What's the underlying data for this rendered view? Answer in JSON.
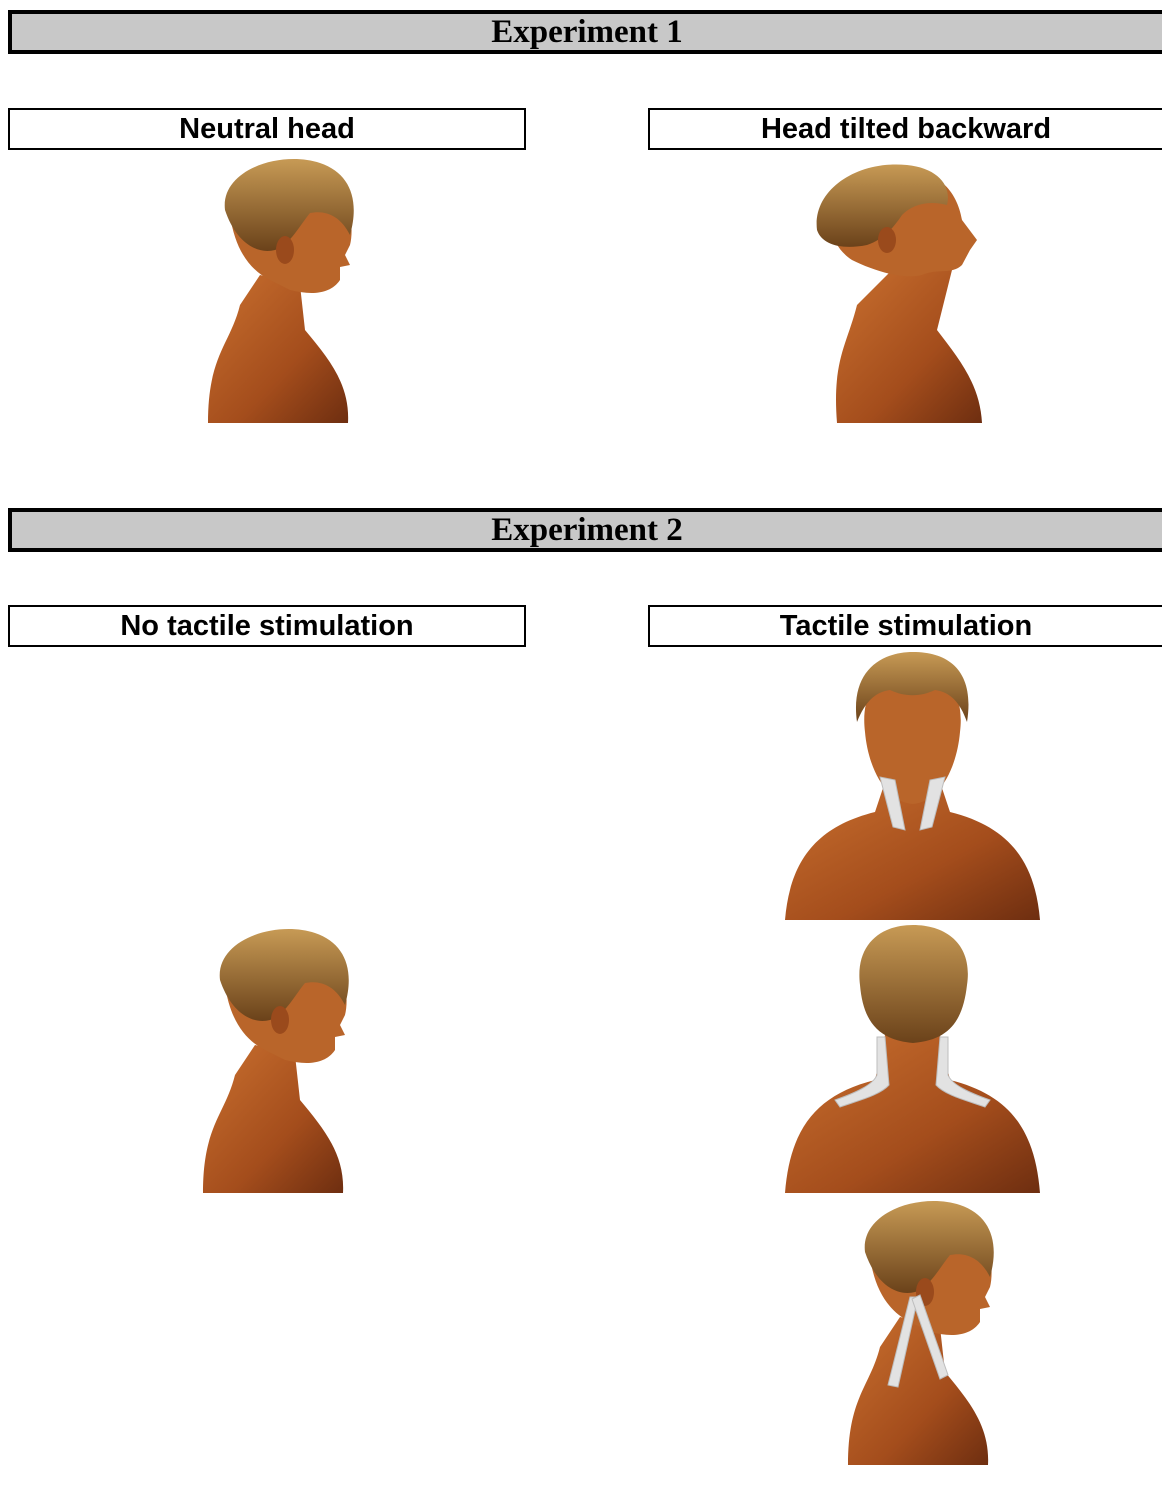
{
  "experiment1": {
    "title": "Experiment 1",
    "left_label": "Neutral head",
    "right_label": "Head tilted backward"
  },
  "experiment2": {
    "title": "Experiment 2",
    "left_label": "No tactile stimulation",
    "right_label": "Tactile stimulation"
  },
  "colors": {
    "skin": "#b85a24",
    "skin_shadow": "#7a3412",
    "hair": "#8a5a26",
    "hair_light": "#c79a55",
    "tape": "#e2e2e2"
  }
}
